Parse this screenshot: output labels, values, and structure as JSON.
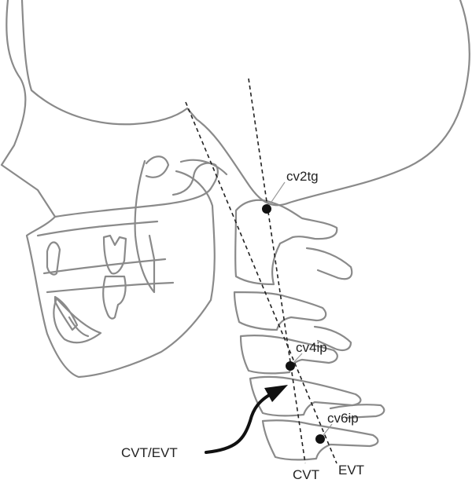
{
  "landmarks": {
    "cv2tg": "cv2tg",
    "cv4ip": "cv4ip",
    "cv6ip": "cv6ip"
  },
  "lines": {
    "cvt": "CVT",
    "evt": "EVT"
  },
  "angle_label": "CVT/EVT",
  "colors": {
    "outline": "#8a8a8a",
    "reference_lines": "#222222",
    "points": "#111111"
  }
}
